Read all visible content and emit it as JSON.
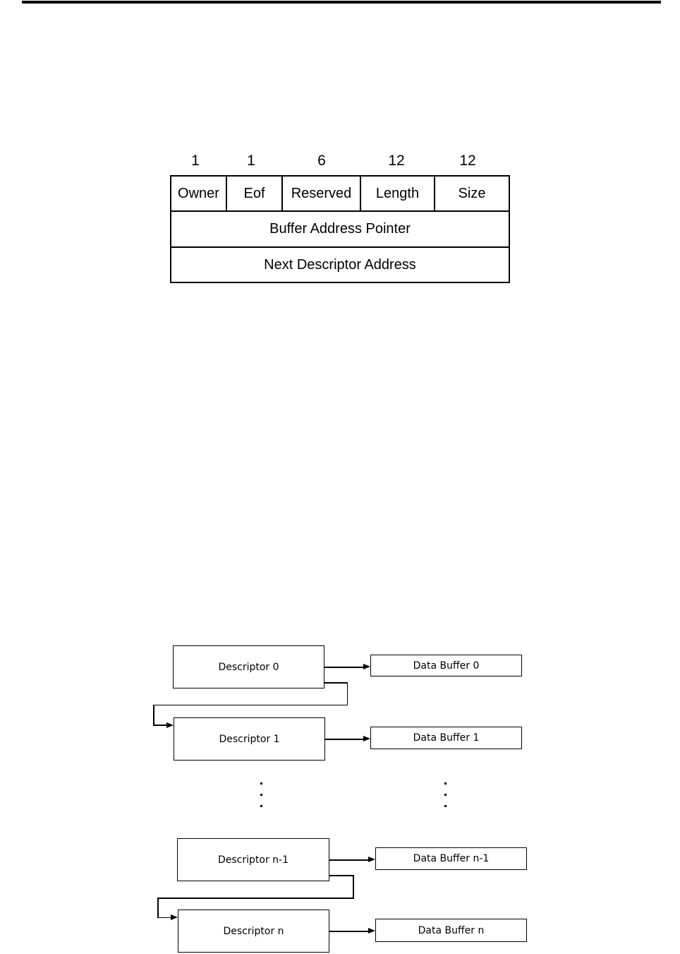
{
  "colors": {
    "ink": "#000000",
    "paper": "#ffffff"
  },
  "descriptor_format": {
    "bit_widths": [
      "1",
      "1",
      "6",
      "12",
      "12"
    ],
    "fields": [
      "Owner",
      "Eof",
      "Reserved",
      "Length",
      "Size"
    ],
    "buffer_address_row": "Buffer Address Pointer",
    "next_descriptor_row": "Next Descriptor Address"
  },
  "descriptor_chain": {
    "links": [
      {
        "descriptor": "Descriptor 0",
        "buffer": "Data Buffer 0"
      },
      {
        "descriptor": "Descriptor 1",
        "buffer": "Data Buffer 1"
      },
      {
        "descriptor": "Descriptor n-1",
        "buffer": "Data Buffer n-1"
      },
      {
        "descriptor": "Descriptor n",
        "buffer": "Data Buffer n"
      }
    ]
  }
}
